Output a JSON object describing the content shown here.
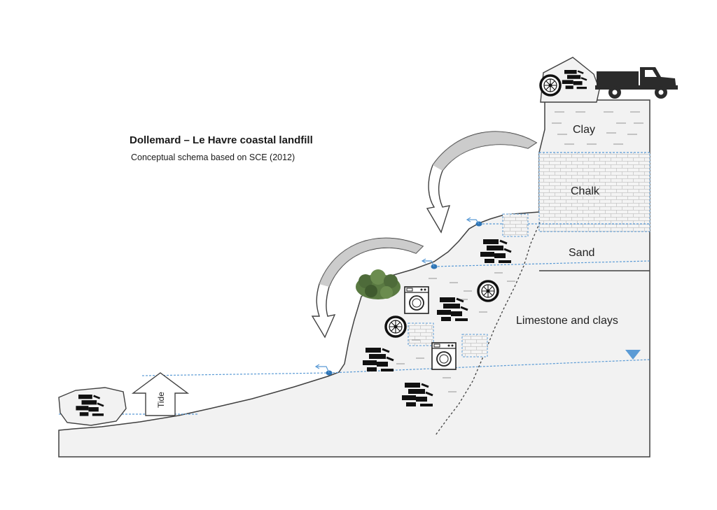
{
  "diagram": {
    "title": "Dollemard – Le Havre coastal landfill",
    "subtitle": "Conceptual schema based on SCE (2012)",
    "layers": {
      "clay": "Clay",
      "chalk": "Chalk",
      "sand": "Sand",
      "limestone": "Limestone and clays"
    },
    "tide_label": "Tide",
    "colors": {
      "terrain_fill": "#f2f2f2",
      "outline": "#404040",
      "water_line": "#5b9bd5",
      "spring": "#2e75b6",
      "vegetation": "#4e6b3a",
      "arrow_fill": "#ffffff",
      "arrow_shade": "#bfbfbf"
    },
    "icons": [
      "truck-icon",
      "tire-icon",
      "washing-machine-icon",
      "debris-icon",
      "bush-icon",
      "water-table-icon",
      "spring-icon"
    ]
  }
}
